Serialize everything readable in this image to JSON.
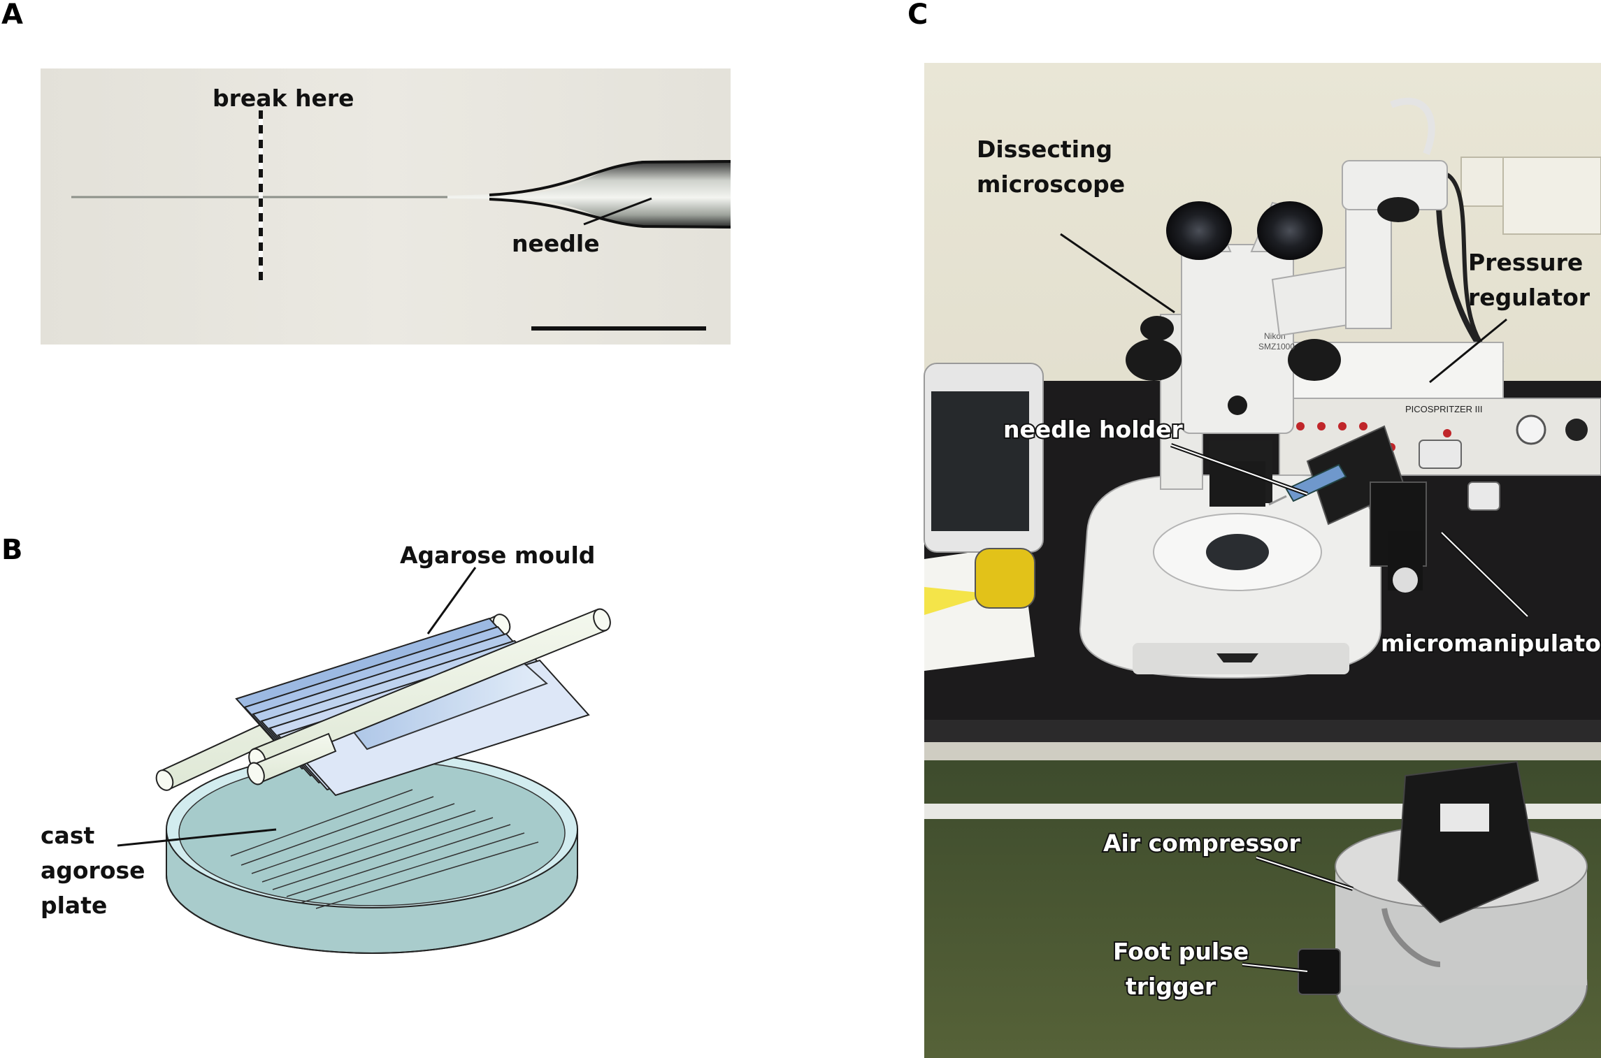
{
  "panels": {
    "a": {
      "letter": "A",
      "labels": {
        "break": "break here",
        "needle": "needle"
      }
    },
    "b": {
      "letter": "B",
      "labels": {
        "mould": "Agarose mould",
        "plate_lines": [
          "cast",
          "agorose",
          "plate"
        ]
      }
    },
    "c": {
      "letter": "C",
      "labels": {
        "microscope_lines": [
          "Dissecting",
          "microscope"
        ],
        "pressure_lines": [
          "Pressure",
          "regulator"
        ],
        "needle_holder": "needle holder",
        "micromanipulator": "micromanipulator",
        "compressor": "Air compressor",
        "foot_lines": [
          "Foot pulse",
          "trigger"
        ]
      },
      "printed_text": {
        "brand": "Nikon",
        "model": "SMZ1000",
        "device": "PICOSPRITZER III"
      }
    }
  }
}
